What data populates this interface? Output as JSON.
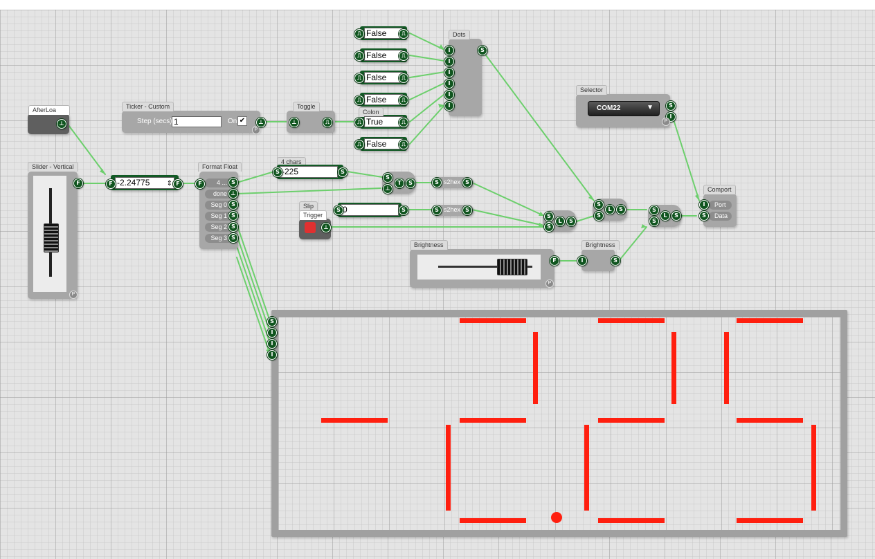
{
  "afterload": {
    "title": "AfterLoa"
  },
  "ticker": {
    "title": "Ticker - Custom",
    "step_label": "Step (secs):",
    "step_value": "1",
    "on_label": "On",
    "on_checked": true
  },
  "toggle": {
    "title": "Toggle"
  },
  "booleans": [
    "False",
    "False",
    "False",
    "False",
    "True",
    "False"
  ],
  "colon_label": "Colon",
  "dots": {
    "title": "Dots"
  },
  "selector": {
    "title": "Selector",
    "value": "COM22"
  },
  "slider": {
    "title": "Slider - Vertical",
    "level": 0.42
  },
  "float_box": {
    "value": "-2.24775"
  },
  "format_float": {
    "title": "Format Float",
    "outputs": [
      "4 ...",
      "done",
      "Seg 0",
      "Seg 1",
      "Seg 2",
      "Seg 3"
    ]
  },
  "four_chars": {
    "title": "4 chars",
    "value": "-225"
  },
  "s2hex_label": "s2hex",
  "slip": {
    "title": "Slip",
    "trigger_label": "Trigger",
    "value": "0"
  },
  "brightness": {
    "title": "Brightness",
    "level": 0.9
  },
  "brightness_node": {
    "title": "Brightness"
  },
  "comport": {
    "title": "Comport",
    "port_label": "Port",
    "data_label": "Data"
  },
  "display": {
    "text": "-2.25",
    "segment_color": "#ff1f0f"
  },
  "pin_letters": {
    "float": "F",
    "string": "S",
    "integer": "I",
    "trigger": "⊥",
    "pulse": "⎍",
    "logic": "L",
    "true": "T",
    "param": "P"
  },
  "colors": {
    "wire": "#6ccf6c",
    "pin": "#10551f",
    "accent": "#e03030"
  }
}
